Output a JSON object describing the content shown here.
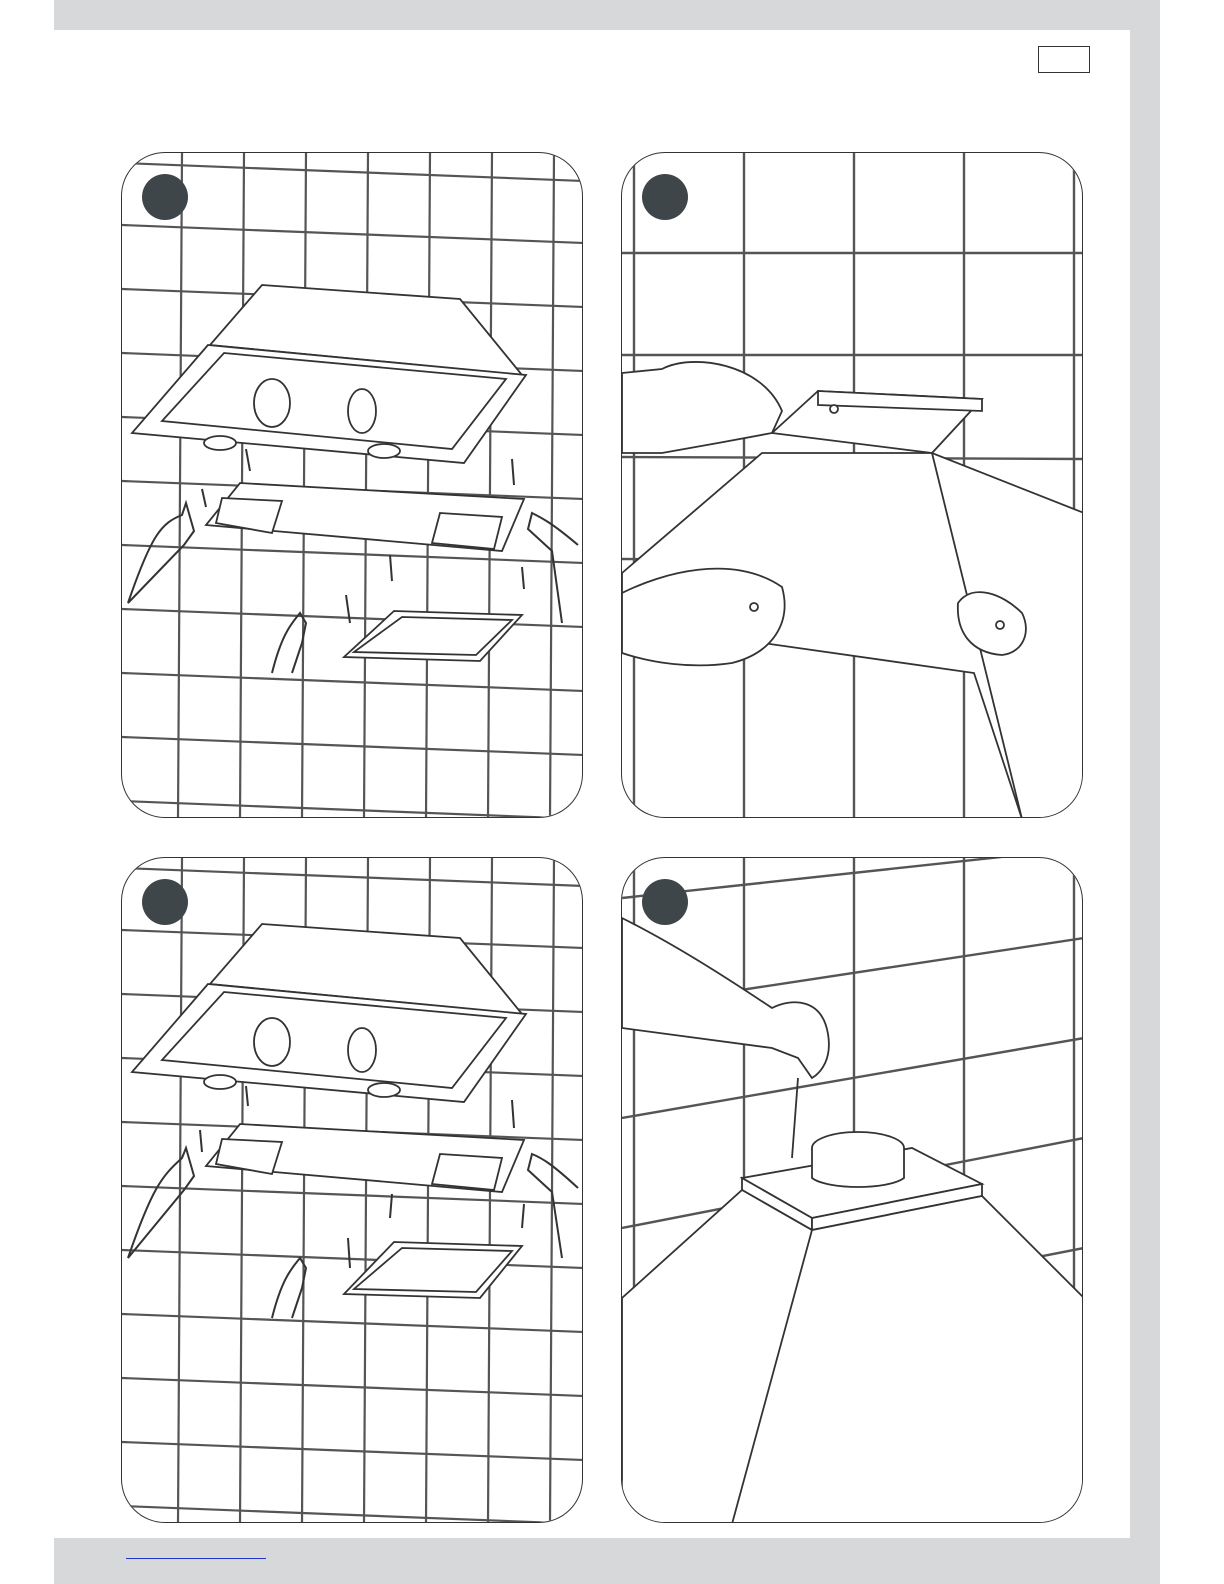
{
  "document": {
    "type": "installation-instructions",
    "page_number": "",
    "steps": [
      {
        "badge_label": "",
        "illustration": "hood-removing-grease-filter-and-panel"
      },
      {
        "badge_label": "",
        "illustration": "hood-screwing-top-and-chimney"
      },
      {
        "badge_label": "",
        "illustration": "hood-refitting-panel-and-filter"
      },
      {
        "badge_label": "",
        "illustration": "hood-fixing-air-outlet-collar"
      }
    ]
  },
  "colors": {
    "frame": "#d7d8da",
    "badge": "#3e464a",
    "line": "#333333",
    "link": "#2233cc"
  }
}
